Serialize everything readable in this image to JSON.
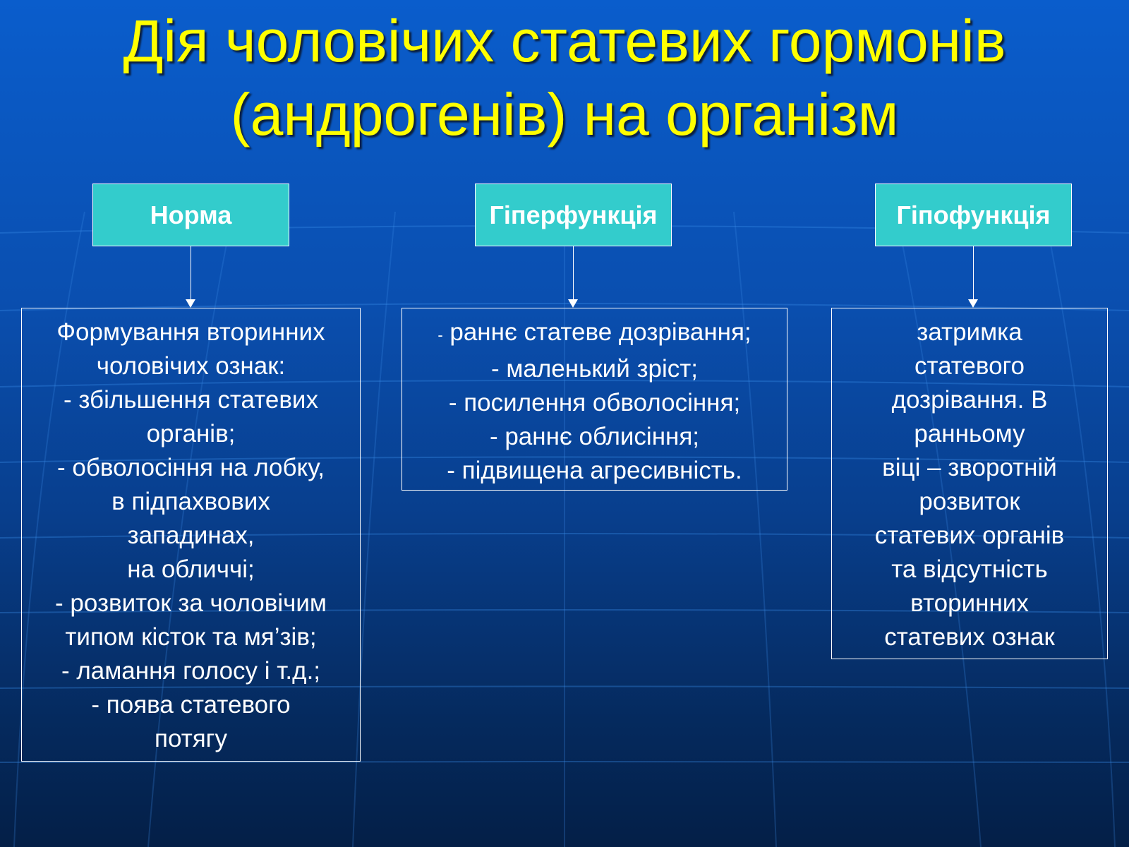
{
  "title": {
    "line1": "Дія чоловічих статевих гормонів",
    "line2": "(андрогенів) на організм"
  },
  "columns": [
    {
      "header": "Норма",
      "lines": [
        "Формування вторинних",
        "чоловічих ознак:",
        "- збільшення статевих",
        "органів;",
        "- обволосіння на лобку,",
        "в підпахвових",
        "западинах,",
        "на обличчі;",
        "- розвиток за чоловічим",
        "типом кісток та мя’зів;",
        "- ламання голосу і т.д.;",
        "- поява статевого",
        "потягу"
      ]
    },
    {
      "header": "Гіперфункція",
      "first_dash": "-",
      "first_rest": " раннє статеве дозрівання;",
      "lines": [
        "- маленький зріст;",
        "- посилення обволосіння;",
        "- раннє облисіння;",
        "- підвищена агресивність."
      ]
    },
    {
      "header": "Гіпофункція",
      "lines": [
        "затримка",
        "статевого",
        "дозрівання. В",
        "ранньому",
        "віці – зворотній",
        "розвиток",
        "статевих органів",
        "та відсутність",
        "вторинних",
        "статевих ознак"
      ]
    }
  ],
  "colors": {
    "title": "#ffff00",
    "header_fill": "#33cccc",
    "border": "#ffffff",
    "text": "#ffffff"
  }
}
